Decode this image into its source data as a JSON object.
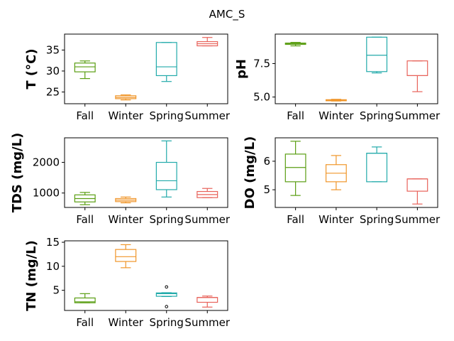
{
  "title": "AMC_S",
  "chart_data": [
    {
      "type": "box",
      "ylabel": "T  (°C)",
      "categories": [
        "Fall",
        "Winter",
        "Spring",
        "Summer"
      ],
      "ylim": [
        22.2,
        38.8
      ],
      "yticks": [
        25,
        30,
        35
      ],
      "yticklabels": [
        "25",
        "30",
        "35"
      ],
      "boxes": [
        {
          "min": 28.2,
          "q1": 29.8,
          "median": 31.0,
          "q3": 31.9,
          "max": 32.4,
          "outliers": []
        },
        {
          "min": 23.1,
          "q1": 23.4,
          "median": 23.7,
          "q3": 24.1,
          "max": 24.3,
          "outliers": []
        },
        {
          "min": 27.5,
          "q1": 28.9,
          "median": 31.0,
          "q3": 36.8,
          "max": 36.8,
          "outliers": []
        },
        {
          "min": 36.0,
          "q1": 36.0,
          "median": 36.5,
          "q3": 37.0,
          "max": 38.0,
          "outliers": []
        }
      ]
    },
    {
      "type": "box",
      "ylabel": "pH",
      "categories": [
        "Fall",
        "Winter",
        "Spring",
        "Summer"
      ],
      "ylim": [
        4.5,
        9.7
      ],
      "yticks": [
        5.0,
        7.5
      ],
      "yticklabels": [
        "5.0",
        "7.5"
      ],
      "boxes": [
        {
          "min": 8.82,
          "q1": 8.93,
          "median": 8.97,
          "q3": 9.03,
          "max": 9.08,
          "outliers": []
        },
        {
          "min": 4.7,
          "q1": 4.72,
          "median": 4.76,
          "q3": 4.8,
          "max": 4.83,
          "outliers": []
        },
        {
          "min": 6.8,
          "q1": 6.9,
          "median": 8.12,
          "q3": 9.47,
          "max": 9.47,
          "outliers": []
        },
        {
          "min": 5.4,
          "q1": 6.6,
          "median": 6.6,
          "q3": 7.7,
          "max": 7.7,
          "outliers": []
        }
      ]
    },
    {
      "type": "box",
      "ylabel": "TDS (mg/L)",
      "categories": [
        "Fall",
        "Winter",
        "Spring",
        "Summer"
      ],
      "ylim": [
        530,
        2800
      ],
      "yticks": [
        1000,
        2000
      ],
      "yticklabels": [
        "1000",
        "2000"
      ],
      "boxes": [
        {
          "min": 620,
          "q1": 710,
          "median": 820,
          "q3": 940,
          "max": 1020,
          "outliers": []
        },
        {
          "min": 680,
          "q1": 720,
          "median": 770,
          "q3": 820,
          "max": 870,
          "outliers": []
        },
        {
          "min": 870,
          "q1": 1110,
          "median": 1400,
          "q3": 2000,
          "max": 2700,
          "outliers": []
        },
        {
          "min": 850,
          "q1": 850,
          "median": 950,
          "q3": 1050,
          "max": 1150,
          "outliers": []
        }
      ]
    },
    {
      "type": "box",
      "ylabel": "DO (mg/L)",
      "categories": [
        "Fall",
        "Winter",
        "Spring",
        "Summer"
      ],
      "ylim": [
        4.38,
        6.82
      ],
      "yticks": [
        5,
        6
      ],
      "yticklabels": [
        "5",
        "6"
      ],
      "boxes": [
        {
          "min": 4.8,
          "q1": 5.28,
          "median": 5.78,
          "q3": 6.25,
          "max": 6.7,
          "outliers": []
        },
        {
          "min": 5.0,
          "q1": 5.28,
          "median": 5.58,
          "q3": 5.88,
          "max": 6.2,
          "outliers": []
        },
        {
          "min": 5.28,
          "q1": 5.28,
          "median": 6.28,
          "q3": 6.28,
          "max": 6.5,
          "outliers": []
        },
        {
          "min": 4.5,
          "q1": 4.95,
          "median": 5.38,
          "q3": 5.38,
          "max": 5.38,
          "outliers": []
        }
      ]
    },
    {
      "type": "box",
      "ylabel": "TN (mg/L)",
      "categories": [
        "Fall",
        "Winter",
        "Spring",
        "Summer"
      ],
      "ylim": [
        0.8,
        15.3
      ],
      "yticks": [
        5,
        10,
        15
      ],
      "yticklabels": [
        "5",
        "10",
        "15"
      ],
      "boxes": [
        {
          "min": 2.4,
          "q1": 2.4,
          "median": 2.6,
          "q3": 3.4,
          "max": 4.3,
          "outliers": []
        },
        {
          "min": 9.7,
          "q1": 11.0,
          "median": 12.0,
          "q3": 13.5,
          "max": 14.5,
          "outliers": []
        },
        {
          "min": 3.7,
          "q1": 3.75,
          "median": 4.3,
          "q3": 4.45,
          "max": 4.5,
          "outliers": [
            5.7,
            1.6
          ]
        },
        {
          "min": 1.5,
          "q1": 2.5,
          "median": 3.5,
          "q3": 3.5,
          "max": 3.8,
          "outliers": []
        }
      ]
    }
  ],
  "colors": {
    "Fall": "#5a9e12",
    "Winter": "#f0962a",
    "Spring": "#22aaaa",
    "Summer": "#e8625a"
  }
}
